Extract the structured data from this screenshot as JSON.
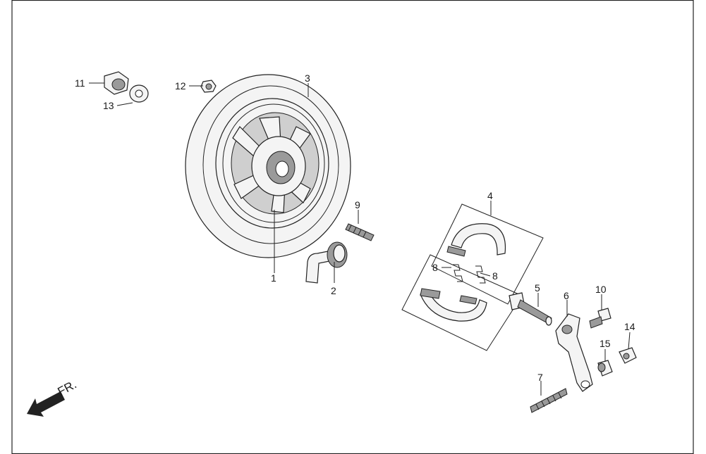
{
  "direction_label": "FR.",
  "callouts": [
    {
      "id": "c1",
      "text": "1"
    },
    {
      "id": "c2",
      "text": "2"
    },
    {
      "id": "c3",
      "text": "3"
    },
    {
      "id": "c4",
      "text": "4"
    },
    {
      "id": "c5",
      "text": "5"
    },
    {
      "id": "c6",
      "text": "6"
    },
    {
      "id": "c7",
      "text": "7"
    },
    {
      "id": "c8a",
      "text": "8"
    },
    {
      "id": "c8b",
      "text": "8"
    },
    {
      "id": "c9",
      "text": "9"
    },
    {
      "id": "c10",
      "text": "10"
    },
    {
      "id": "c11",
      "text": "11"
    },
    {
      "id": "c12",
      "text": "12"
    },
    {
      "id": "c13",
      "text": "13"
    },
    {
      "id": "c14",
      "text": "14"
    },
    {
      "id": "c15",
      "text": "15"
    }
  ]
}
